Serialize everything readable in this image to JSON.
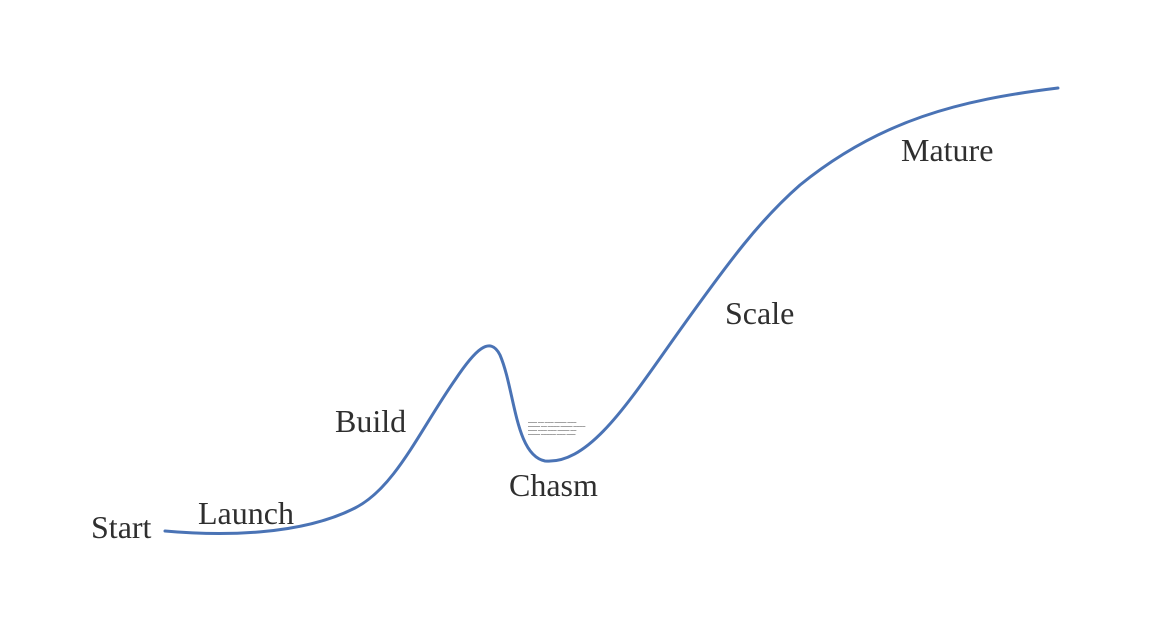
{
  "diagram": {
    "curve_color": "#4a73b5",
    "label_color": "#2f2f2f",
    "stages": [
      {
        "id": "start",
        "label": "Start"
      },
      {
        "id": "launch",
        "label": "Launch"
      },
      {
        "id": "build",
        "label": "Build"
      },
      {
        "id": "chasm",
        "label": "Chasm"
      },
      {
        "id": "scale",
        "label": "Scale"
      },
      {
        "id": "mature",
        "label": "Mature"
      }
    ]
  }
}
